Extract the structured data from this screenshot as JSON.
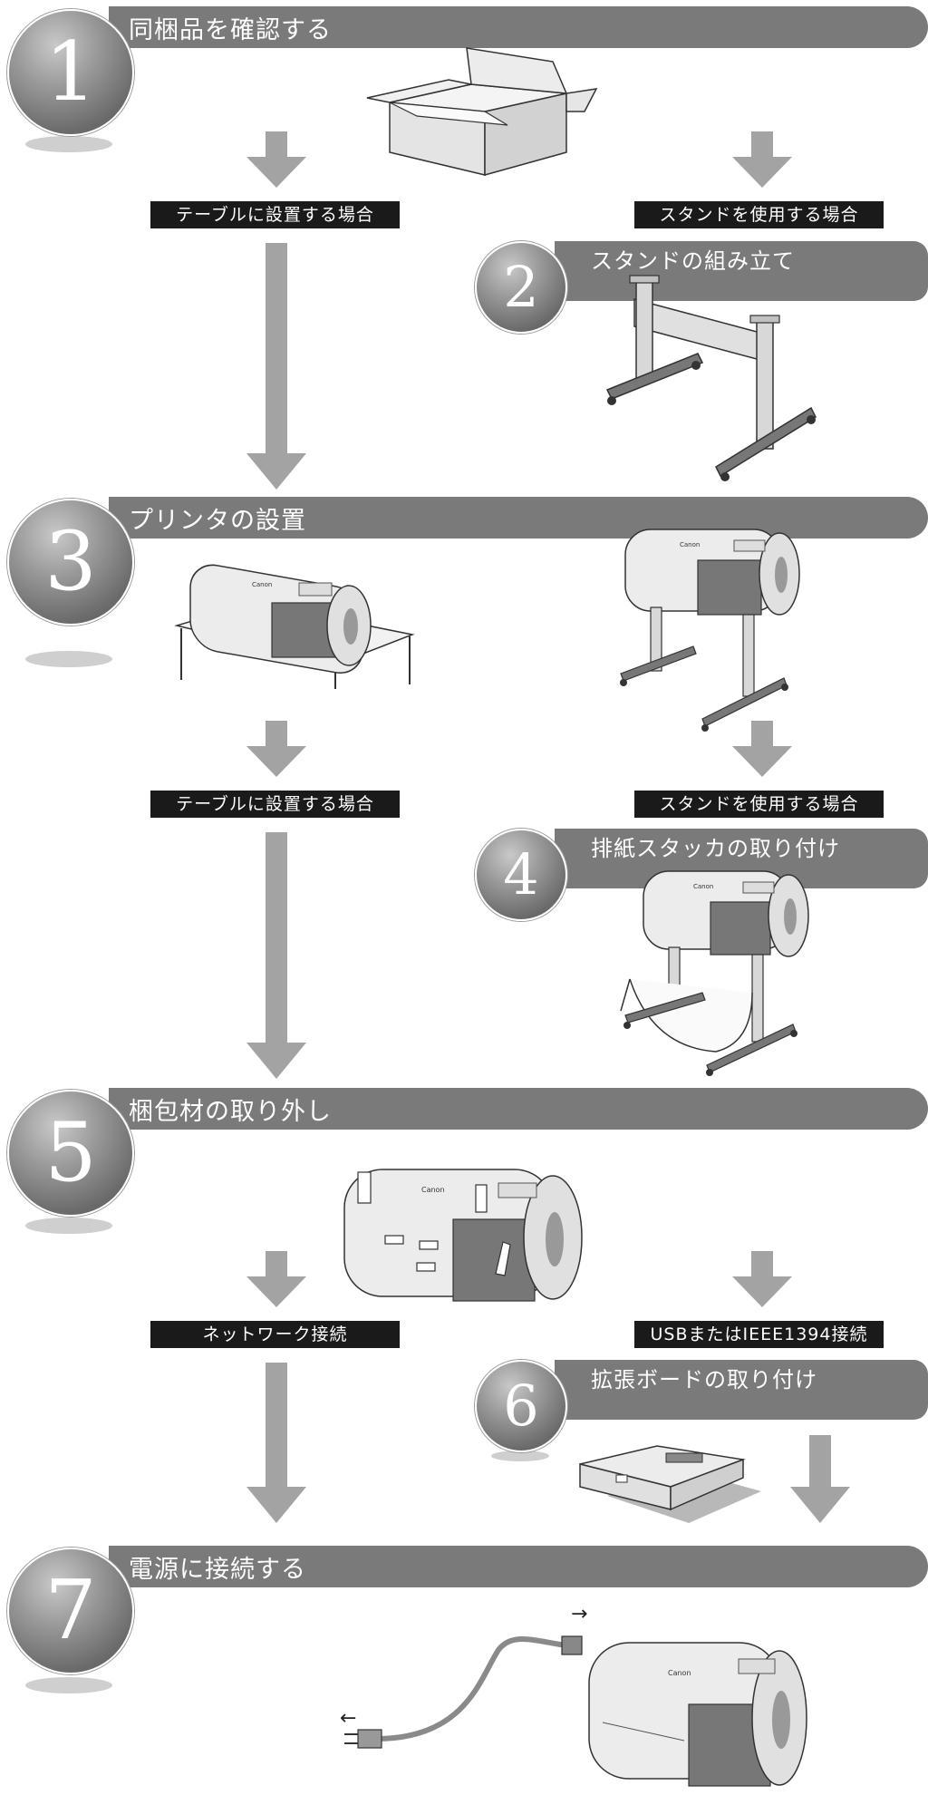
{
  "steps": [
    {
      "number": "1",
      "title": "同梱品を確認する"
    },
    {
      "number": "2",
      "title": "スタンドの組み立て"
    },
    {
      "number": "3",
      "title": "プリンタの設置"
    },
    {
      "number": "4",
      "title": "排紙スタッカの取り付け"
    },
    {
      "number": "5",
      "title": "梱包材の取り外し"
    },
    {
      "number": "6",
      "title": "拡張ボードの取り付け"
    },
    {
      "number": "7",
      "title": "電源に接続する"
    }
  ],
  "labels": {
    "table_case": "テーブルに設置する場合",
    "stand_case": "スタンドを使用する場合",
    "network": "ネットワーク接続",
    "usb_ieee": "USBまたはIEEE1394接続"
  },
  "printer_brand": "Canon",
  "icons": {
    "box": "cardboard-box-icon",
    "stand": "printer-stand-icon",
    "printer": "printer-icon",
    "basket": "output-stacker-icon",
    "board": "expansion-board-icon",
    "cable": "power-cable-icon"
  },
  "colors": {
    "banner": "#7a7a7a",
    "arrow": "#a3a3a3",
    "label_bg": "#1a1a1a"
  }
}
